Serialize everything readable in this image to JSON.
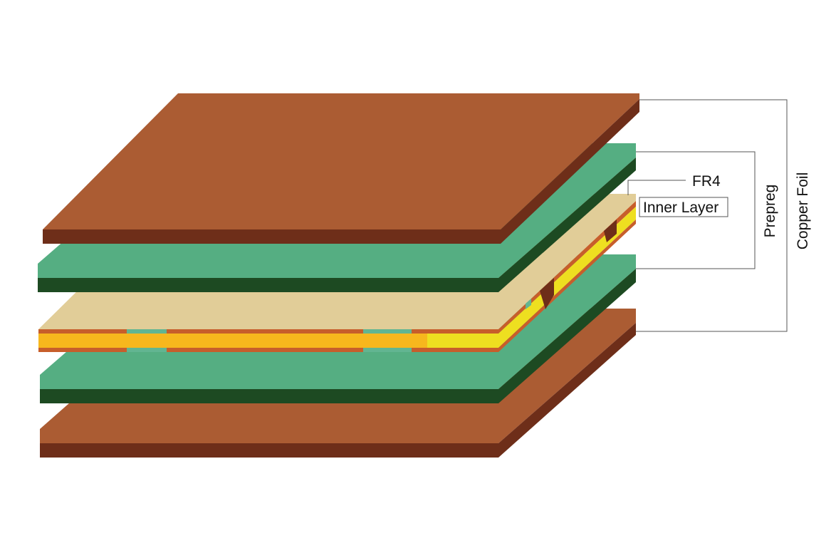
{
  "labels": {
    "fr4": "FR4",
    "inner_layer": "Inner Layer",
    "prepreg": "Prepreg",
    "copper_foil": "Copper Foil"
  },
  "colors": {
    "copper_top": "#ab5c33",
    "copper_side": "#6e2e19",
    "prepreg_top": "#55ae82",
    "prepreg_side": "#1d4a22",
    "fr4_top": "#e1cd98",
    "fr4_core": "#f7b71d",
    "fr4_core_right": "#eedf20",
    "trace": "#c75e2b",
    "trace_gap": "#62b591",
    "leader": "#555555"
  }
}
